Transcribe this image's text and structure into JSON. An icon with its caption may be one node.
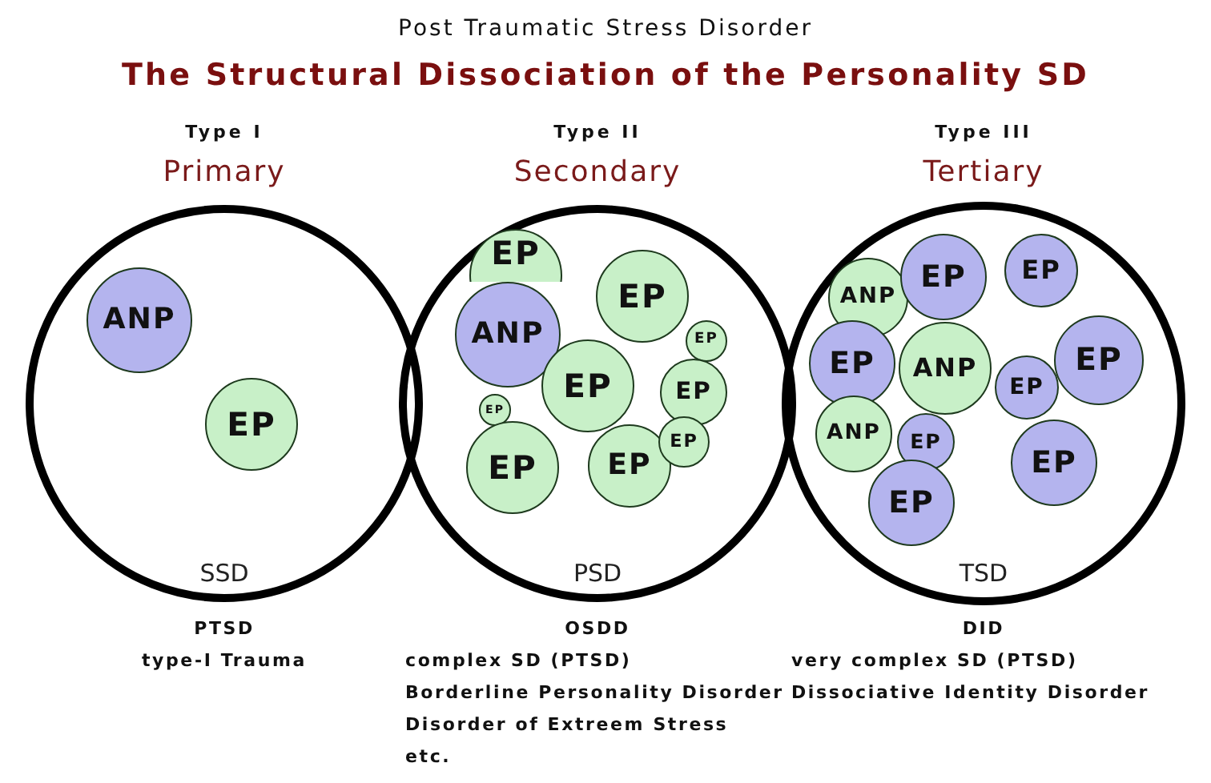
{
  "diagram": {
    "title": "The Structural Dissociation of the Personality  SD",
    "nodes": [
      {
        "text": [
          "Type I",
          "Primary",
          "SSD"
        ],
        "beside": [
          "PTSD",
          "type-I Trauma"
        ]
      },
      {
        "text": [
          "ANP"
        ],
        "in": 0
      },
      {
        "text": [
          "EP"
        ],
        "in": 0
      },
      {
        "text": [
          "Type II",
          "Secondary",
          "PSD"
        ],
        "beside": [
          "OSDD",
          "complex SD (PTSD)",
          "Borderline Personality Disorder",
          "Disorder of Extreem Stress",
          "etc."
        ]
      },
      {
        "text": [
          "EP"
        ],
        "in": 3
      },
      {
        "text": [
          "ANP"
        ],
        "in": 3
      },
      {
        "text": [
          "EP"
        ],
        "in": 3
      },
      {
        "text": [
          "EP"
        ],
        "in": 3
      },
      {
        "text": [
          "EP"
        ],
        "in": 3
      },
      {
        "text": [
          "EP"
        ],
        "in": 3
      },
      {
        "text": [
          "EP"
        ],
        "in": 3
      },
      {
        "text": [
          "EP"
        ],
        "in": 3
      },
      {
        "text": [
          "EP"
        ],
        "in": 3
      },
      {
        "text": [
          "EP"
        ],
        "in": 3
      },
      {
        "text": [
          "Type III",
          "Tertiary",
          "TSD"
        ],
        "beside": [
          "DID",
          "very complex SD (PTSD)",
          "Dissociative Identity Disorder"
        ]
      },
      {
        "text": [
          "ANP"
        ],
        "in": 14
      },
      {
        "text": [
          "EP"
        ],
        "in": 14
      },
      {
        "text": [
          "EP"
        ],
        "in": 14
      },
      {
        "text": [
          "EP"
        ],
        "in": 14
      },
      {
        "text": [
          "ANP"
        ],
        "in": 14
      },
      {
        "text": [
          "EP"
        ],
        "in": 14
      },
      {
        "text": [
          "EP"
        ],
        "in": 14
      },
      {
        "text": [
          "ANP"
        ],
        "in": 14
      },
      {
        "text": [
          "EP"
        ],
        "in": 14
      },
      {
        "text": [
          "EP"
        ],
        "in": 14
      },
      {
        "text": [
          "EP"
        ],
        "in": 14
      }
    ],
    "labels": [
      "Post Traumatic Stress Disorder"
    ]
  }
}
